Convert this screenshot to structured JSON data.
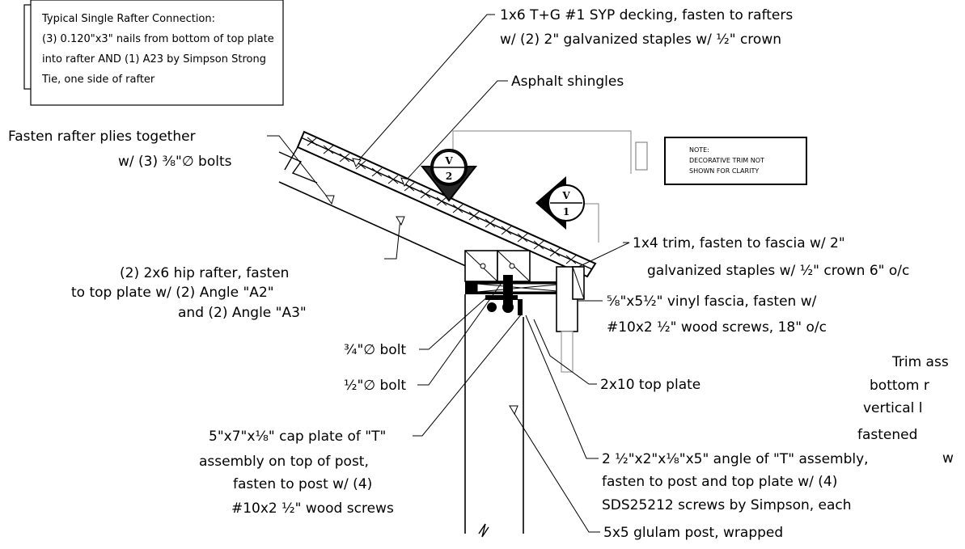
{
  "connection_box": {
    "line1": "Typical Single Rafter Connection:",
    "line2": "(3) 0.120\"x3\" nails  from bottom of top plate",
    "line3": "into rafter AND (1) A23 by Simpson Strong",
    "line4": "Tie, one side of rafter"
  },
  "note_box": {
    "line1": "NOTE:",
    "line2": "DECORATIVE TRIM NOT",
    "line3": "SHOWN FOR CLARITY"
  },
  "section_markers": {
    "v2_letter": "V",
    "v2_number": "2",
    "v1_letter": "V",
    "v1_number": "1"
  },
  "labels": {
    "decking_1": "1x6 T+G #1 SYP decking, fasten to rafters",
    "decking_2": "w/ (2) 2\" galvanized staples w/ ½\" crown",
    "shingles": "Asphalt shingles",
    "plies_1": "Fasten rafter plies together",
    "plies_2": "w/ (3) ⅜\"∅ bolts",
    "trim_1": "1x4 trim, fasten to fascia w/ 2\"",
    "trim_2": "galvanized staples w/ ½\" crown 6\" o/c",
    "hip_1": "(2) 2x6 hip rafter, fasten",
    "hip_2": "to top plate w/ (2) Angle \"A2\"",
    "hip_3": "and (2) Angle \"A3\"",
    "fascia_1": "⅝\"x5½\" vinyl fascia, fasten w/",
    "fascia_2": "#10x2 ½\" wood screws, 18\" o/c",
    "bolt_34": "¾\"∅ bolt",
    "bolt_12": "½\"∅ bolt",
    "top_plate": "2x10 top plate",
    "trim_partial_1": "Trim ass",
    "trim_partial_2": "bottom r",
    "trim_partial_3": "vertical l",
    "trim_partial_4": "fastened",
    "trim_partial_5": "w",
    "cap_1": "5\"x7\"x⅛\" cap plate of \"T\"",
    "cap_2": "assembly on top of post,",
    "cap_3": "fasten to post w/ (4)",
    "cap_4": "#10x2 ½\" wood screws",
    "angle_1": "2 ½\"x2\"x⅛\"x5\" angle of \"T\" assembly,",
    "angle_2": "fasten to post and top plate w/ (4)",
    "angle_3": "SDS25212 screws by Simpson, each",
    "post": "5x5 glulam post, wrapped"
  }
}
